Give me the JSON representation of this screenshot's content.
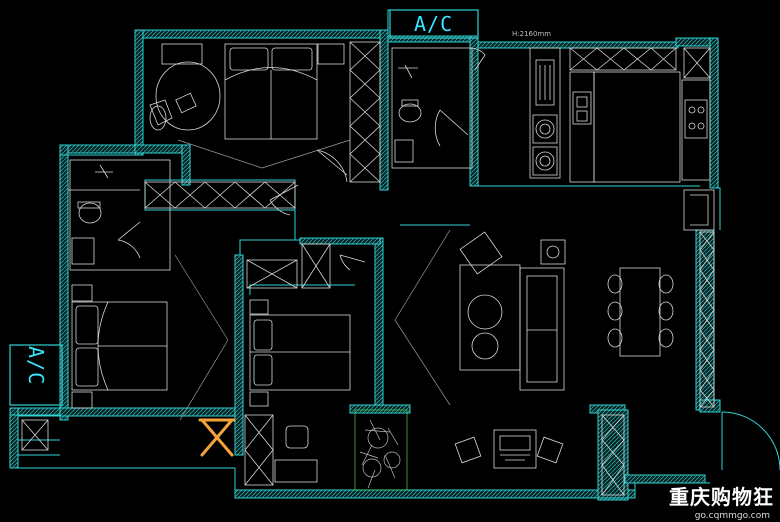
{
  "labels": {
    "ac_top": "A/C",
    "ac_left": "A/C",
    "dimension": "H:2160mm"
  },
  "watermark": {
    "name": "重庆购物狂",
    "url": "go.cqmmgo.com"
  },
  "colors": {
    "background": "#000000",
    "wall": "#2fd3d3",
    "furniture": "#d8d8d8",
    "cyan_label": "#39e6ff",
    "door_marker": "#f4a43a",
    "green": "#4fd64f"
  }
}
